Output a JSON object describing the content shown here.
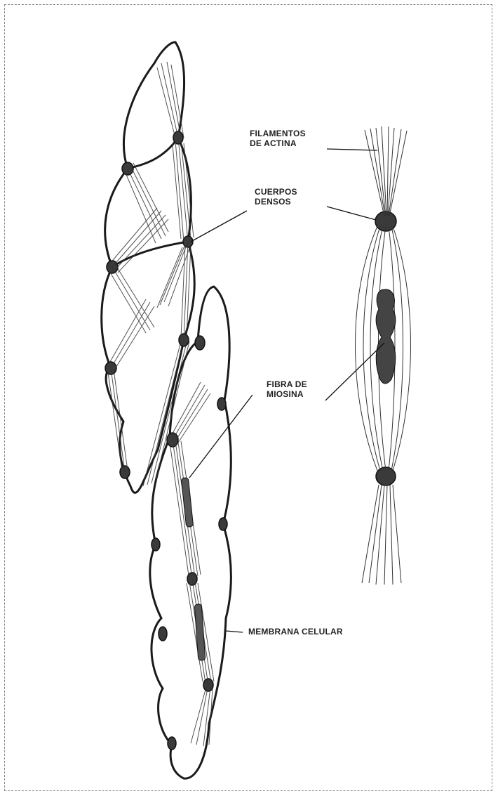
{
  "labels": {
    "actin_filaments": "FILAMENTOS\nDE ACTINA",
    "dense_bodies": "CUERPOS\nDENSOS",
    "myosin_fiber": "FIBRA DE\nMIOSINA",
    "cell_membrane": "MEMBRANA CELULAR"
  }
}
